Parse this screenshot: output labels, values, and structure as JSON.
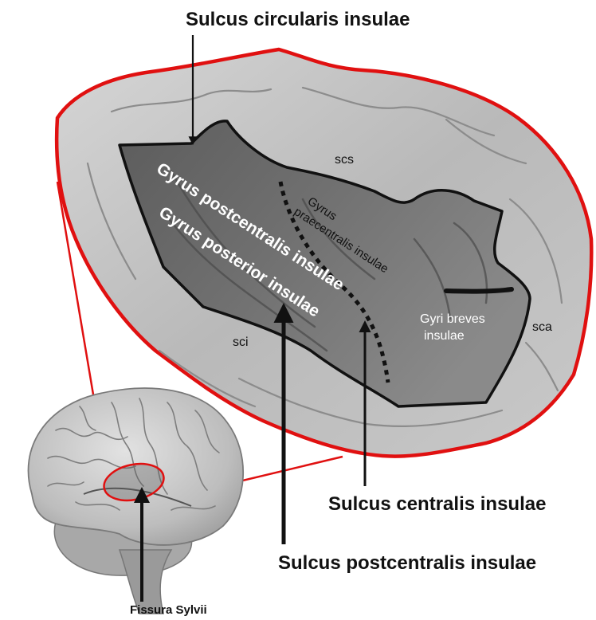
{
  "labels": {
    "sulcus_circularis": "Sulcus circularis insulae",
    "sulcus_centralis": "Sulcus centralis insulae",
    "sulcus_postcentralis": "Sulcus postcentralis insulae",
    "fissura_sylvii": "Fissura Sylvii",
    "scs": "scs",
    "sci": "sci",
    "sca": "sca",
    "gyrus_postcentralis": "Gyrus postcentralis insulae",
    "gyrus_posterior": "Gyrus posterior insulae",
    "gyrus_praecentralis_1": "Gyrus",
    "gyrus_praecentralis_2": "praecentralis insulae",
    "gyri_breves_1": "Gyri breves",
    "gyri_breves_2": "insulae"
  },
  "colors": {
    "outline_red": "#e01010",
    "insula_border": "#111111",
    "cortex_light": "#c4c4c4",
    "cortex_mid": "#9a9a9a",
    "insula_dark": "#6e6e6e",
    "insula_deep": "#4a4a4a"
  }
}
